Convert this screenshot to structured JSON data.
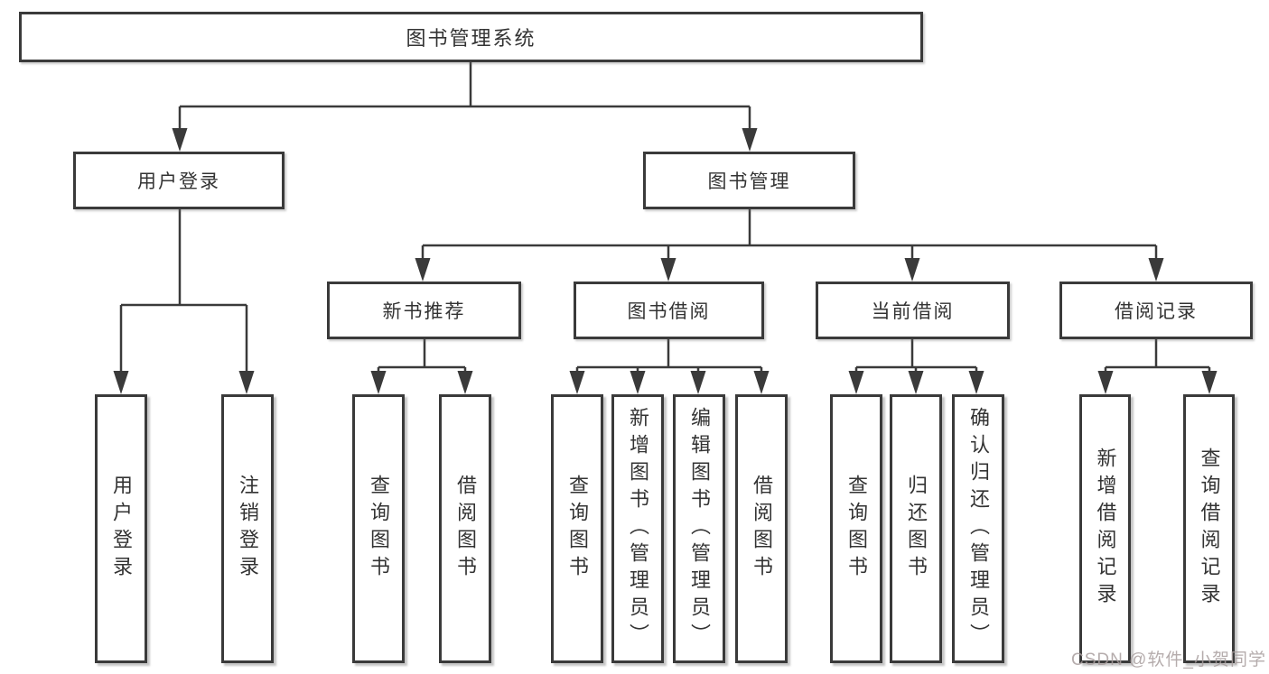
{
  "root": {
    "label": "图书管理系统"
  },
  "branches": [
    {
      "label": "用户登录",
      "children": [
        {
          "label": "用户登录"
        },
        {
          "label": "注销登录"
        }
      ]
    },
    {
      "label": "图书管理",
      "children": [
        {
          "label": "新书推荐",
          "children": [
            {
              "label": "查询图书"
            },
            {
              "label": "借阅图书"
            }
          ]
        },
        {
          "label": "图书借阅",
          "children": [
            {
              "label": "查询图书"
            },
            {
              "label": "新增图书（管理员）"
            },
            {
              "label": "编辑图书（管理员）"
            },
            {
              "label": "借阅图书"
            }
          ]
        },
        {
          "label": "当前借阅",
          "children": [
            {
              "label": "查询图书"
            },
            {
              "label": "归还图书"
            },
            {
              "label": "确认归还（管理员）"
            }
          ]
        },
        {
          "label": "借阅记录",
          "children": [
            {
              "label": "新增借阅记录"
            },
            {
              "label": "查询借阅记录"
            }
          ]
        }
      ]
    }
  ],
  "watermark": "CSDN @软件_小贺同学",
  "colors": {
    "line": "#3a3a3a",
    "box_border": "#3a3a3a",
    "box_fill": "#ffffff",
    "text": "#333333",
    "watermark": "#a89e9e"
  }
}
